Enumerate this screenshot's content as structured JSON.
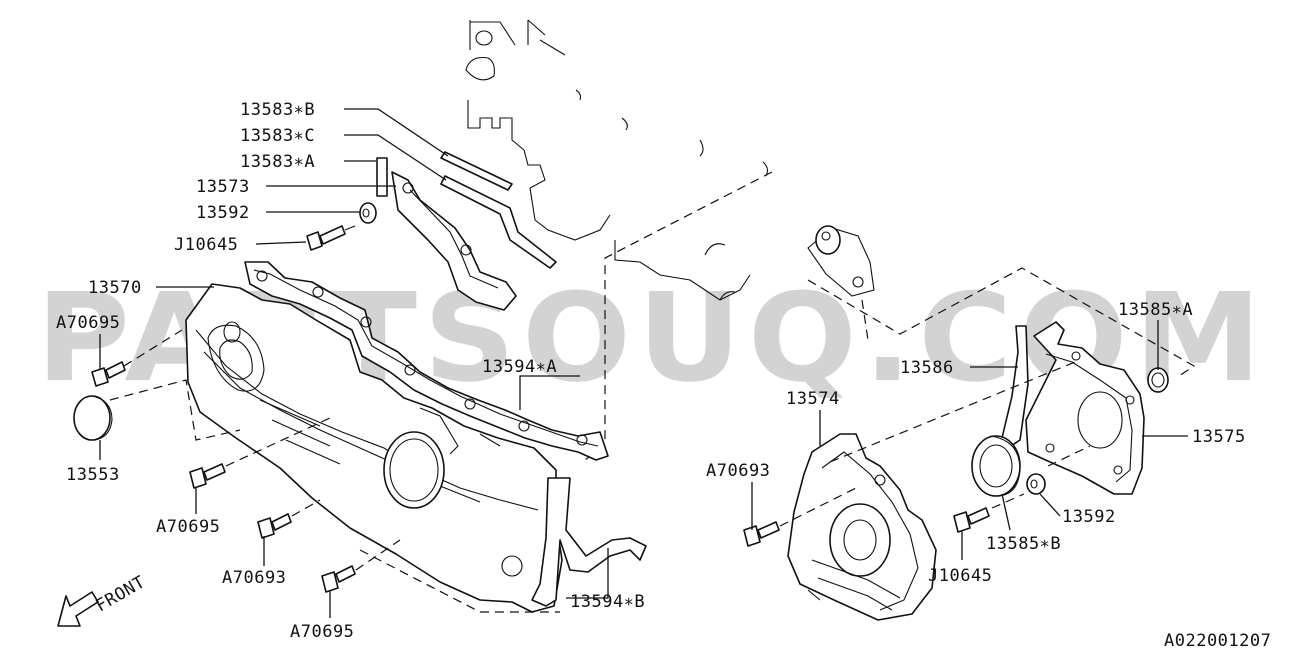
{
  "watermark": "PARTSOUQ.COM",
  "diagram_id": "A022001207",
  "front_label": "FRONT",
  "labels": {
    "l13583b": "13583∗B",
    "l13583c": "13583∗C",
    "l13583a": "13583∗A",
    "l13573": "13573",
    "l13592a": "13592",
    "lj10645a": "J10645",
    "l13570": "13570",
    "la70695a": "A70695",
    "l13594a": "13594∗A",
    "l13553": "13553",
    "la70695b": "A70695",
    "la70693a": "A70693",
    "la70695c": "A70695",
    "l13594b": "13594∗B",
    "l13574": "13574",
    "la70693b": "A70693",
    "l13586": "13586",
    "l13585a": "13585∗A",
    "l13575": "13575",
    "l13592b": "13592",
    "l13585b": "13585∗B",
    "lj10645b": "J10645"
  }
}
